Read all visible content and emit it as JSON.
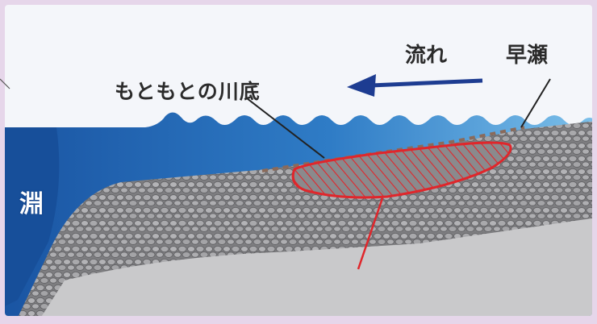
{
  "labels": {
    "flow": "流れ",
    "rapids": "早瀬",
    "original_riverbed": "もともとの川底",
    "pool": "淵"
  },
  "colors": {
    "background": "#e6d6ea",
    "panel": "#f4f6fa",
    "water_deep": "#1f5fad",
    "water_shallow": "#6ab0e0",
    "gravel": "#8e8e8e",
    "bedrock": "#c9c9cb",
    "arrow": "#1d3c91",
    "highlight": "#e0262b",
    "riverbed_marker": "#8a6a5a"
  },
  "icons": {
    "flow_direction": "arrow-left-icon"
  }
}
